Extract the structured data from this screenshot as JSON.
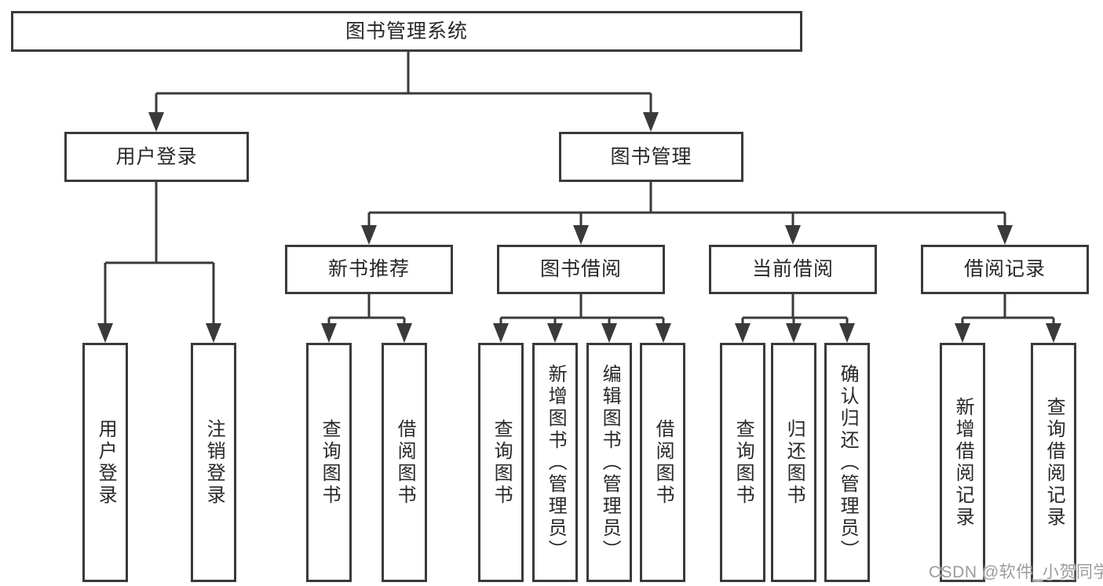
{
  "flowchart": {
    "type": "tree-diagram",
    "root": "图书管理系统",
    "branches": [
      {
        "label": "用户登录",
        "children": [
          "用户登录",
          "注销登录"
        ]
      },
      {
        "label": "图书管理",
        "groups": [
          {
            "label": "新书推荐",
            "children": [
              "查询图书",
              "借阅图书"
            ]
          },
          {
            "label": "图书借阅",
            "children": [
              "查询图书",
              "新增图书（管理员）",
              "编辑图书（管理员）",
              "借阅图书"
            ]
          },
          {
            "label": "当前借阅",
            "children": [
              "查询图书",
              "归还图书",
              "确认归还（管理员）"
            ]
          },
          {
            "label": "借阅记录",
            "children": [
              "新增借阅记录",
              "查询借阅记录"
            ]
          }
        ]
      }
    ]
  },
  "watermark": {
    "text": "CSDN @软件_小贺同学"
  },
  "colors": {
    "line": "#3a3a3a",
    "text": "#282828",
    "watermark": "#9c9c9c",
    "background": "#ffffff"
  }
}
